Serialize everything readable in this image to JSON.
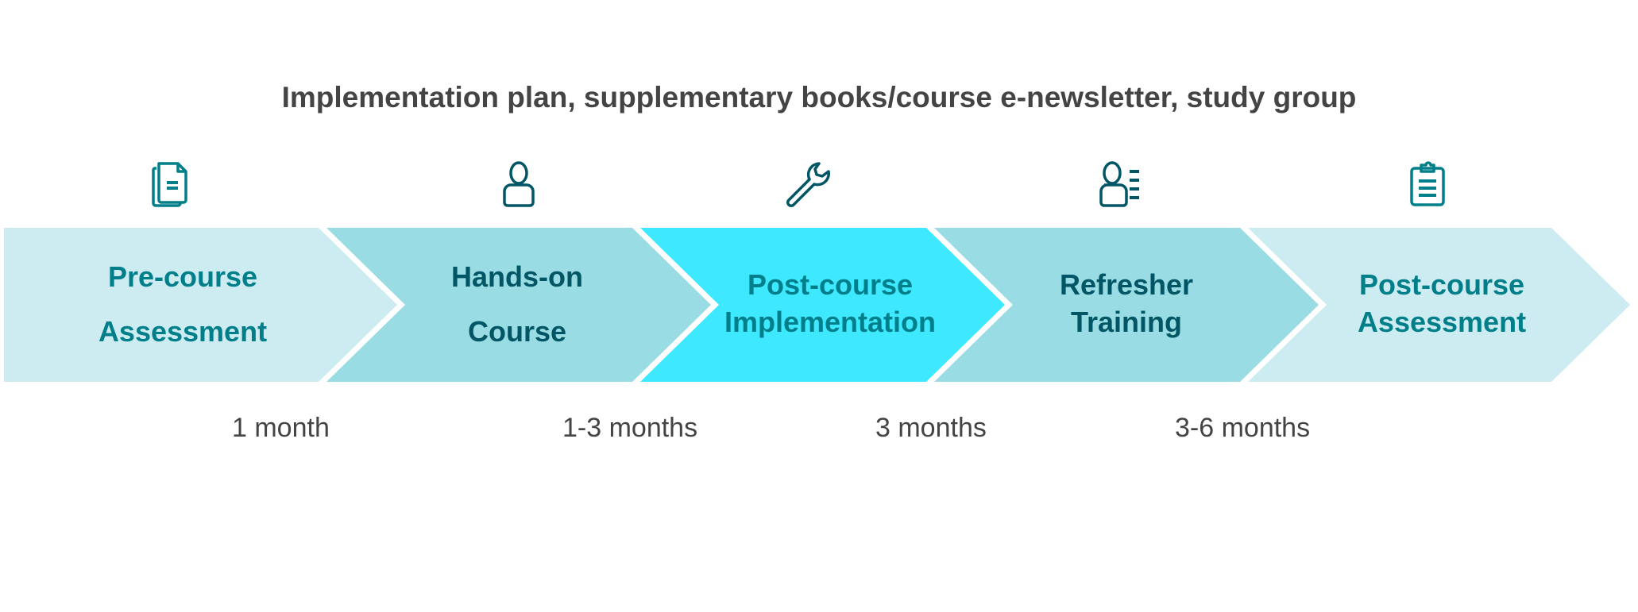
{
  "title": "Implementation plan, supplementary books/course e-newsletter, study group",
  "steps": [
    {
      "line1": "Pre-course",
      "line2": "Assessment",
      "icon": "documents-icon",
      "color": "#cdecf1"
    },
    {
      "line1": "Hands-on",
      "line2": "Course",
      "icon": "person-icon",
      "color": "#9adce3"
    },
    {
      "line1": "Post-course",
      "line2": "Implementation",
      "icon": "wrench-icon",
      "color": "#3ee8ff"
    },
    {
      "line1": "Refresher",
      "line2": "Training",
      "icon": "person-list-icon",
      "color": "#9adce3"
    },
    {
      "line1": "Post-course",
      "line2": "Assessment",
      "icon": "clipboard-icon",
      "color": "#cdecf1"
    }
  ],
  "durations": [
    "1 month",
    "1-3 months",
    "3 months",
    "3-6 months"
  ],
  "colors": {
    "text_teal": "#007f8a",
    "text_dark": "#005664",
    "icon": "#006b78"
  }
}
